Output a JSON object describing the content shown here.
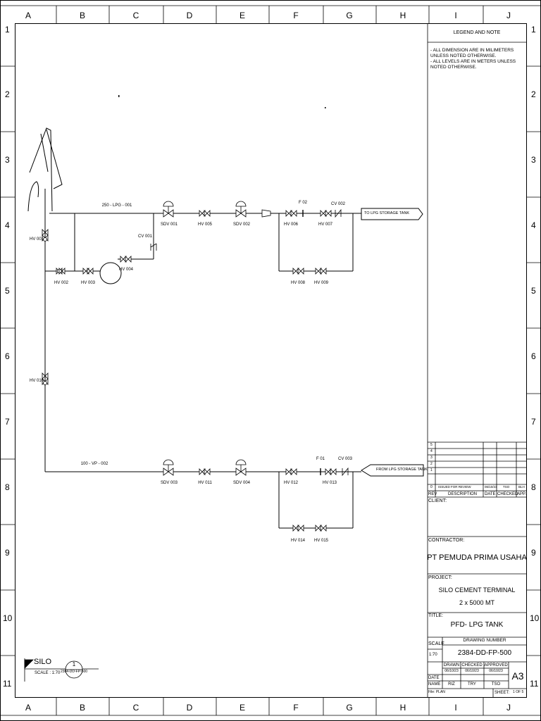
{
  "grid": {
    "columns": [
      "A",
      "B",
      "C",
      "D",
      "E",
      "F",
      "G",
      "H",
      "I",
      "J"
    ],
    "rows": [
      "1",
      "2",
      "3",
      "4",
      "5",
      "6",
      "7",
      "8",
      "9",
      "10",
      "11"
    ]
  },
  "legend": {
    "title": "LEGEND AND NOTE",
    "notes": [
      "- ALL DIMENSION ARE IN MILIMETERS UNLESS NOTED OTHERWISE.",
      "- ALL LEVELS ARE IN METERS UNLESS NOTED OTHERWISE."
    ]
  },
  "lines": {
    "top": "250 - LPG - 001",
    "bottom": "100 - VP - 002"
  },
  "instruments": {
    "hv001": "HV 001",
    "hv002": "HV 002",
    "hv003": "HV 003",
    "hv004": "HV 004",
    "hv005": "HV 005",
    "hv006": "HV 006",
    "hv007": "HV 007",
    "hv008": "HV 008",
    "hv009": "HV 009",
    "hv010": "HV 010",
    "hv011": "HV 011",
    "hv012": "HV 012",
    "hv013": "HV 013",
    "hv014": "HV 014",
    "hv015": "HV 015",
    "sdv001": "SDV 001",
    "sdv002": "SDV 002",
    "sdv003": "SDV 003",
    "sdv004": "SDV 004",
    "cv001": "CV 001",
    "cv002": "CV 002",
    "cv003": "CV 003",
    "f01": "F 01",
    "f02": "F 02"
  },
  "connectors": {
    "to": "TO LPG STORAGE TANK",
    "from": "FROM LPG STORAGE TANK"
  },
  "revisions": {
    "rows": [
      "5",
      "4",
      "3",
      "2",
      "1"
    ],
    "entry": {
      "rev": "0",
      "description": "ISSUED FOR REVIEW",
      "date": "06/10/23",
      "checked": "TSO",
      "app": "BLH"
    },
    "headers": {
      "rev": "REV",
      "description": "DESCRIPTION",
      "date": "DATE",
      "checked": "CHECKED",
      "app": "APP."
    }
  },
  "title_block": {
    "client_label": "CLIENT:",
    "contractor_label": "CONTRACTOR:",
    "contractor": "PT PEMUDA PRIMA USAHA",
    "project_label": "PROJECT:",
    "project_line1": "SILO CEMENT TERMINAL",
    "project_line2": "2 x 5000 MT",
    "title_label": "TITLE:",
    "title": "PFD- LPG TANK",
    "scale_label": "SCALE",
    "scale": "1:70",
    "drawing_number_label": "DRAWING NUMBER",
    "drawing_number": "2384-DD-FP-500",
    "drawn_label": "DRAWN",
    "checked_label": "CHECKED",
    "approved_label": "APPROVED",
    "date_label": "DATE",
    "name_label": "NAME",
    "drawn_date": "06/10/23",
    "checked_date": "06/10/23",
    "approved_date": "06/10/23",
    "drawn_name": "RIZ",
    "checked_name": "TRY",
    "approved_name": "TSO",
    "size": "A3",
    "file_label": "File: PLAN",
    "sheet_label": "SHEET:",
    "sheet": "1 OF 5"
  },
  "view_tag": {
    "name": "SILO",
    "scale": "SCALE : 1:70",
    "number": "1",
    "ref": "2384-DD-FP-500"
  }
}
